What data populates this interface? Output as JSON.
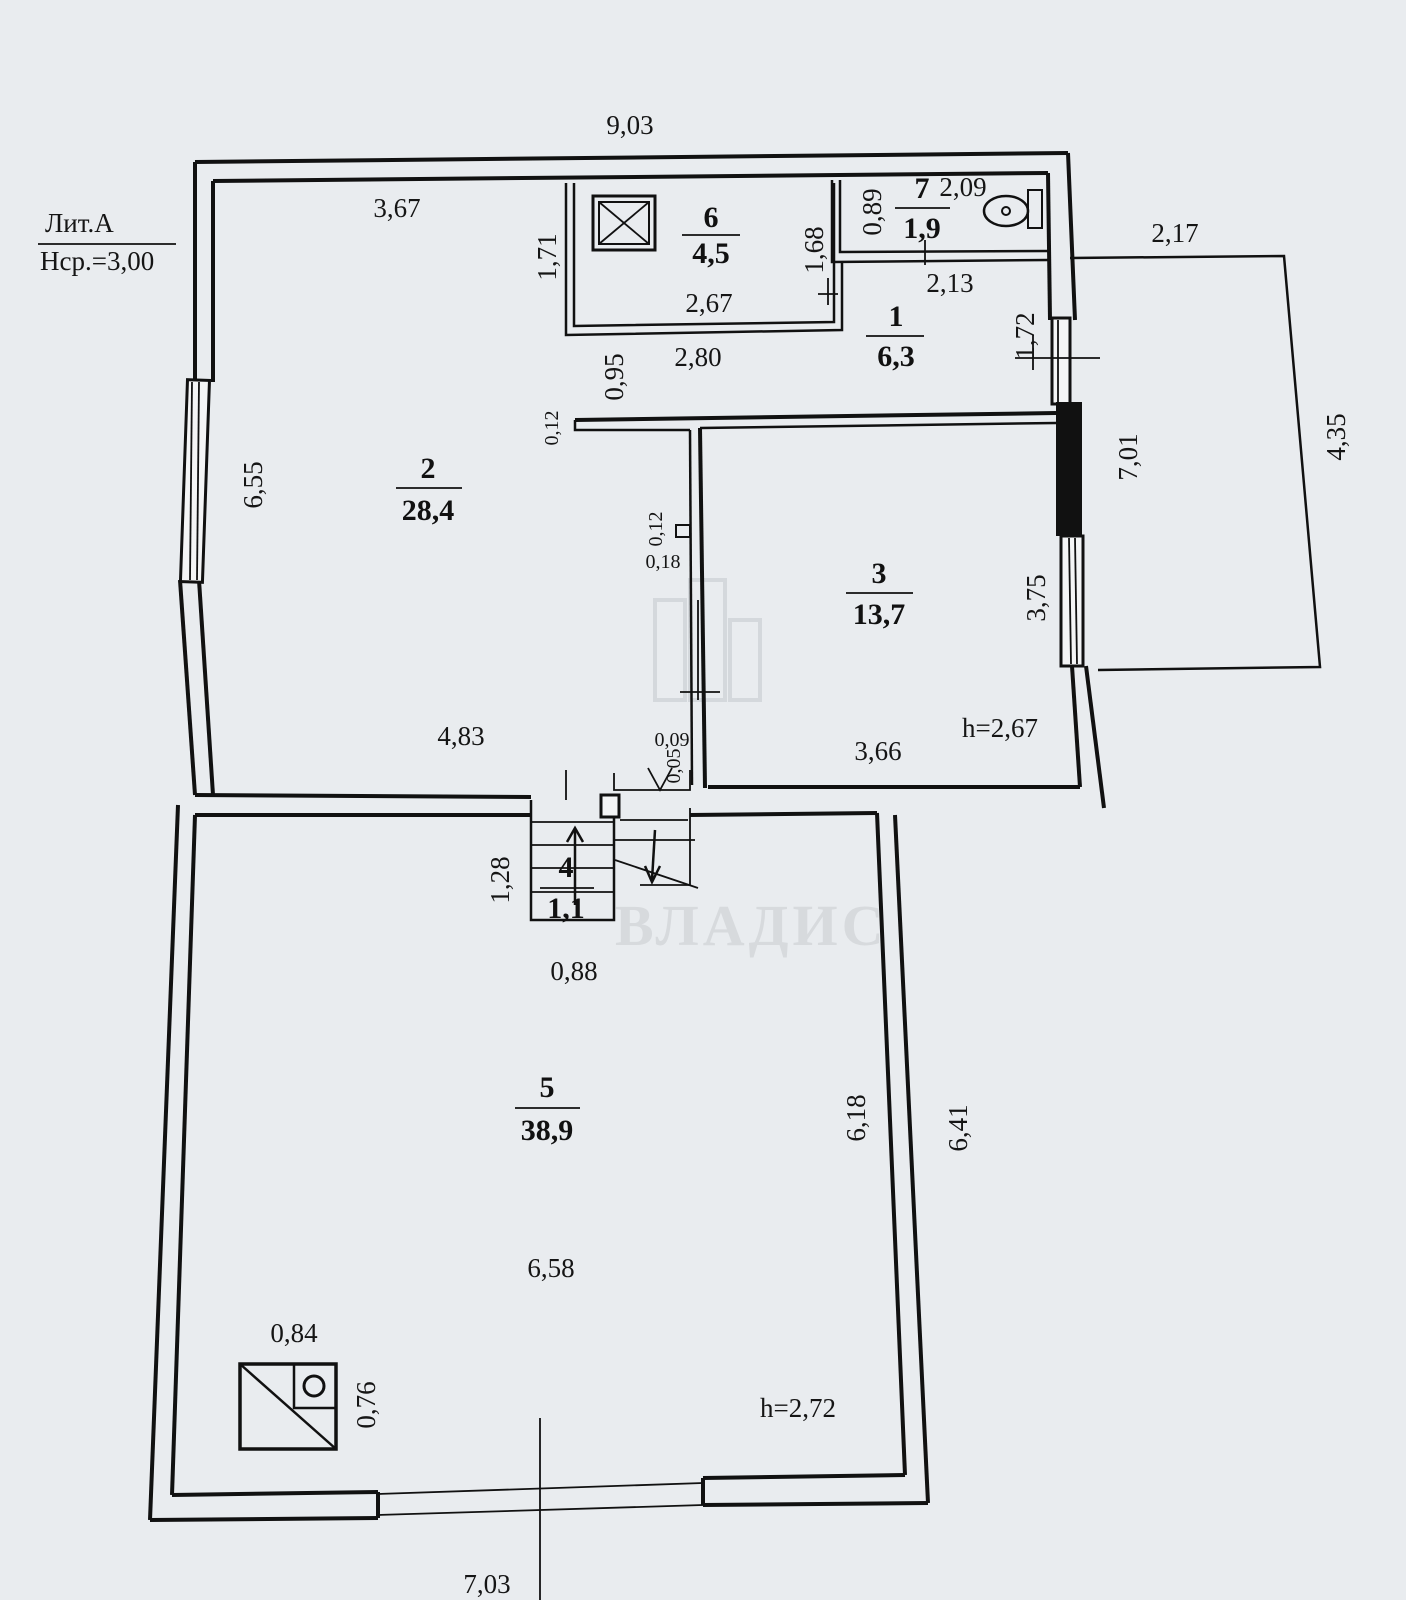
{
  "header": {
    "lit": "Лит.А",
    "height_avg": "Нср.=3,00"
  },
  "rooms": {
    "r1": {
      "number": "1",
      "area": "6,3"
    },
    "r2": {
      "number": "2",
      "area": "28,4"
    },
    "r3": {
      "number": "3",
      "area": "13,7"
    },
    "r4": {
      "number": "4",
      "area": "1,1"
    },
    "r5": {
      "number": "5",
      "area": "38,9"
    },
    "r6": {
      "number": "6",
      "area": "4,5"
    },
    "r7": {
      "number": "7",
      "area": "1,9"
    }
  },
  "heights": {
    "room3": "h=2,67",
    "room5": "h=2,72"
  },
  "dims": {
    "top_total": "9,03",
    "r2_top": "3,67",
    "r6_height": "1,71",
    "r6_right": "1,68",
    "r6_bottom": "2,67",
    "r7_height": "0,89",
    "r7_width": "2,09",
    "hall_width": "2,13",
    "porch_top": "2,17",
    "hall_right": "1,72",
    "hall_left": "0,95",
    "hall_bottom": "2,80",
    "wall_a": "0,12",
    "wall_b": "0,12",
    "wall_c": "0,18",
    "r2_left": "6,55",
    "right_total": "7,01",
    "porch_right": "4,35",
    "r3_right": "3,75",
    "r2_bottom": "4,83",
    "step_a": "0,09",
    "step_b": "0,05",
    "r3_bottom": "3,66",
    "stair_height": "1,28",
    "stair_width": "0,88",
    "r5_inner_right": "6,18",
    "r5_outer_right": "6,41",
    "r5_bottom": "6,58",
    "boiler_w": "0,84",
    "boiler_h": "0,76",
    "bottom_total": "7,03"
  },
  "watermarks": {
    "lower": "ВЛАДИС"
  }
}
